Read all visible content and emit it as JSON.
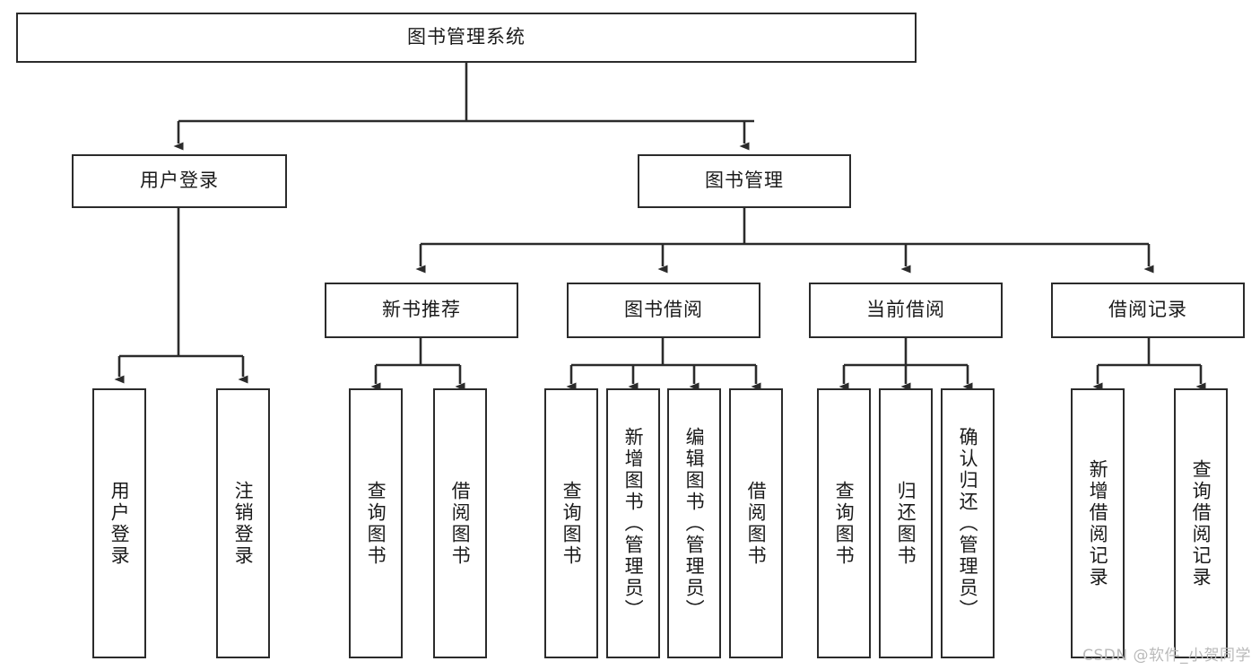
{
  "diagram": {
    "title": "图书管理系统",
    "type": "hierarchy-tree",
    "root": {
      "id": "root",
      "label": "图书管理系统"
    },
    "level2": [
      {
        "id": "user-login",
        "label": "用户登录"
      },
      {
        "id": "book-manage",
        "label": "图书管理"
      }
    ],
    "level3": [
      {
        "id": "new-book-rec",
        "label": "新书推荐"
      },
      {
        "id": "book-borrow",
        "label": "图书借阅"
      },
      {
        "id": "current-borrow",
        "label": "当前借阅"
      },
      {
        "id": "borrow-record",
        "label": "借阅记录"
      }
    ],
    "leaves": {
      "user_login": [
        {
          "id": "leaf-user-login",
          "label": "用户登录"
        },
        {
          "id": "leaf-logout",
          "label": "注销登录"
        }
      ],
      "new_book_rec": [
        {
          "id": "leaf-query-book-1",
          "label": "查询图书"
        },
        {
          "id": "leaf-borrow-book-1",
          "label": "借阅图书"
        }
      ],
      "book_borrow": [
        {
          "id": "leaf-query-book-2",
          "label": "查询图书"
        },
        {
          "id": "leaf-add-book",
          "label": "新增图书（管理员）"
        },
        {
          "id": "leaf-edit-book",
          "label": "编辑图书（管理员）"
        },
        {
          "id": "leaf-borrow-book-2",
          "label": "借阅图书"
        }
      ],
      "current_borrow": [
        {
          "id": "leaf-query-book-3",
          "label": "查询图书"
        },
        {
          "id": "leaf-return-book",
          "label": "归还图书"
        },
        {
          "id": "leaf-confirm-return",
          "label": "确认归还（管理员）"
        }
      ],
      "borrow_record": [
        {
          "id": "leaf-add-record",
          "label": "新增借阅记录"
        },
        {
          "id": "leaf-query-record",
          "label": "查询借阅记录"
        }
      ]
    }
  },
  "watermark": {
    "text": "CSDN @软件_小贺同学"
  },
  "colors": {
    "border": "#2b2b2b",
    "background": "#ffffff",
    "text": "#1a1a1a",
    "watermark": "#b9b9b9"
  }
}
